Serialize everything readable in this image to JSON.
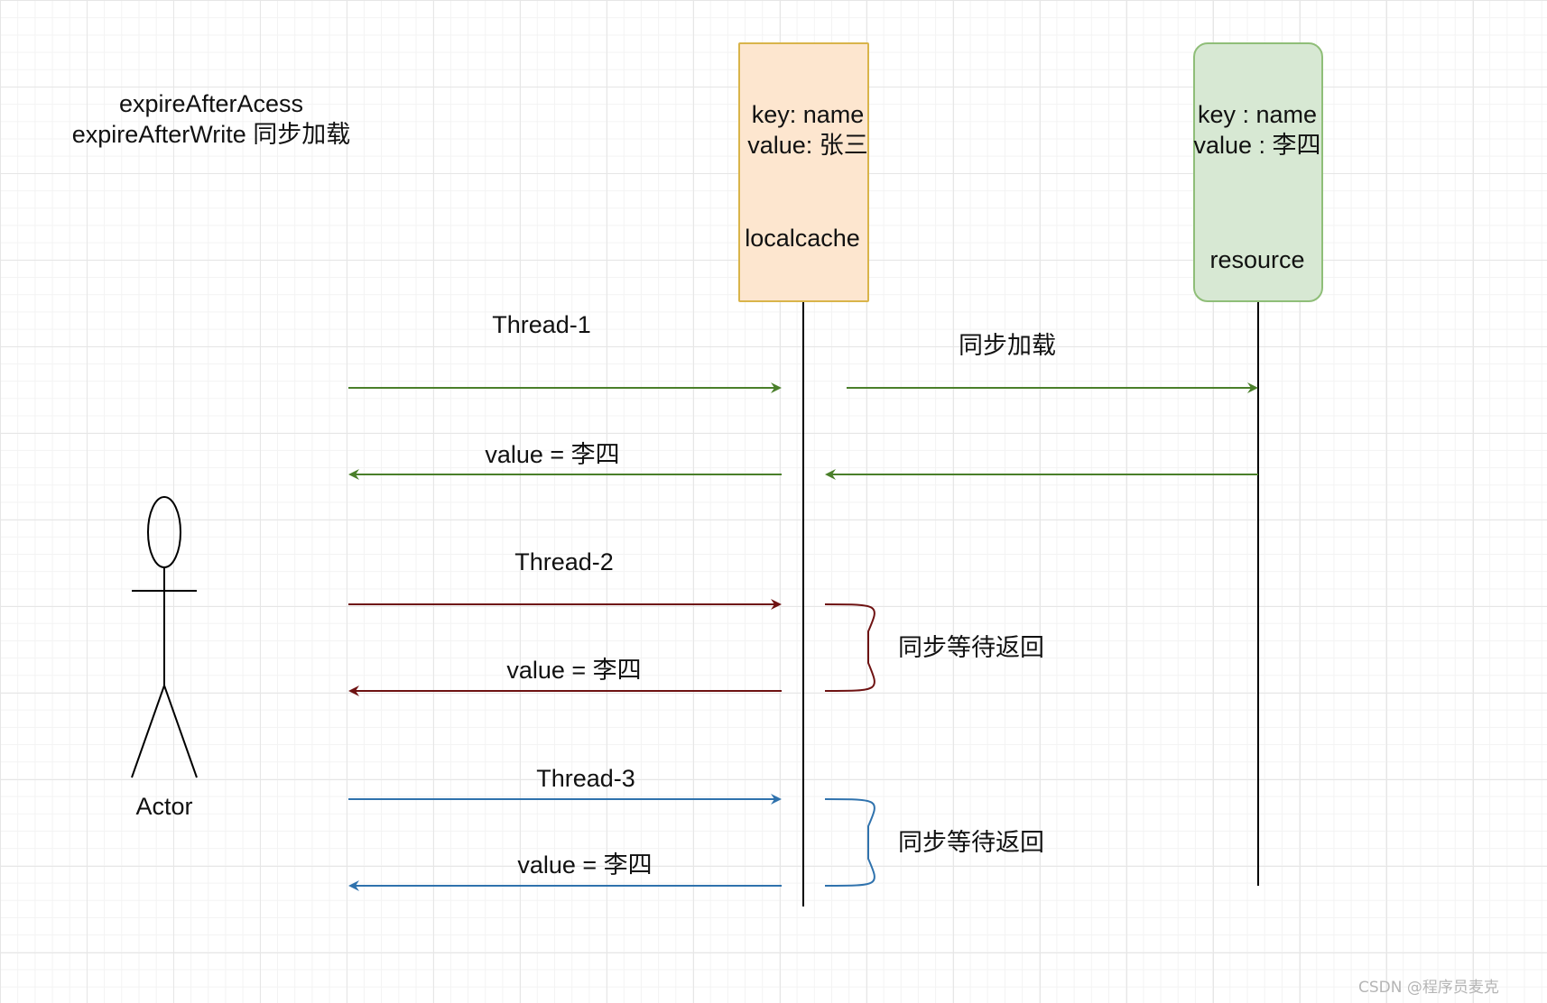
{
  "note": {
    "line1": "expireAfterAcess",
    "line2": "expireAfterWrite 同步加载"
  },
  "localcache": {
    "key_line": "key: name",
    "value_line": "value: 张三",
    "name": "localcache"
  },
  "resource": {
    "key_line": "key : name",
    "value_line": "value : 李四",
    "name": "resource"
  },
  "actor": {
    "label": "Actor"
  },
  "messages": {
    "thread1": "Thread-1",
    "sync_load": "同步加载",
    "return1": "value = 李四",
    "thread2": "Thread-2",
    "return2": "value = 李四",
    "wait1": "同步等待返回",
    "thread3": "Thread-3",
    "return3": "value = 李四",
    "wait2": "同步等待返回"
  },
  "colors": {
    "green": "#4a7f2a",
    "darkred": "#6e1212",
    "blue": "#2f72ad",
    "localcache_fill": "#fde6cf",
    "resource_fill": "#d7e8d3"
  },
  "watermark": "CSDN @程序员麦克"
}
